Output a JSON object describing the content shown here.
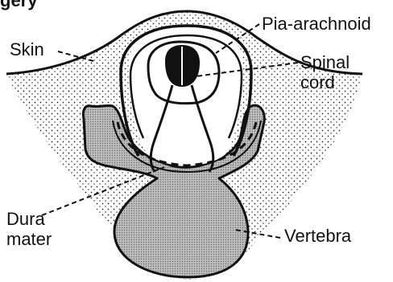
{
  "figure": {
    "title_fragment": "gery",
    "labels": {
      "skin": "Skin",
      "pia_arachnoid": "Pia-arachnoid",
      "spinal_cord_line1": "Spinal",
      "spinal_cord_line2": "cord",
      "dura_mater_line1": "Dura",
      "dura_mater_line2": "mater",
      "vertebra": "Vertebra"
    }
  }
}
